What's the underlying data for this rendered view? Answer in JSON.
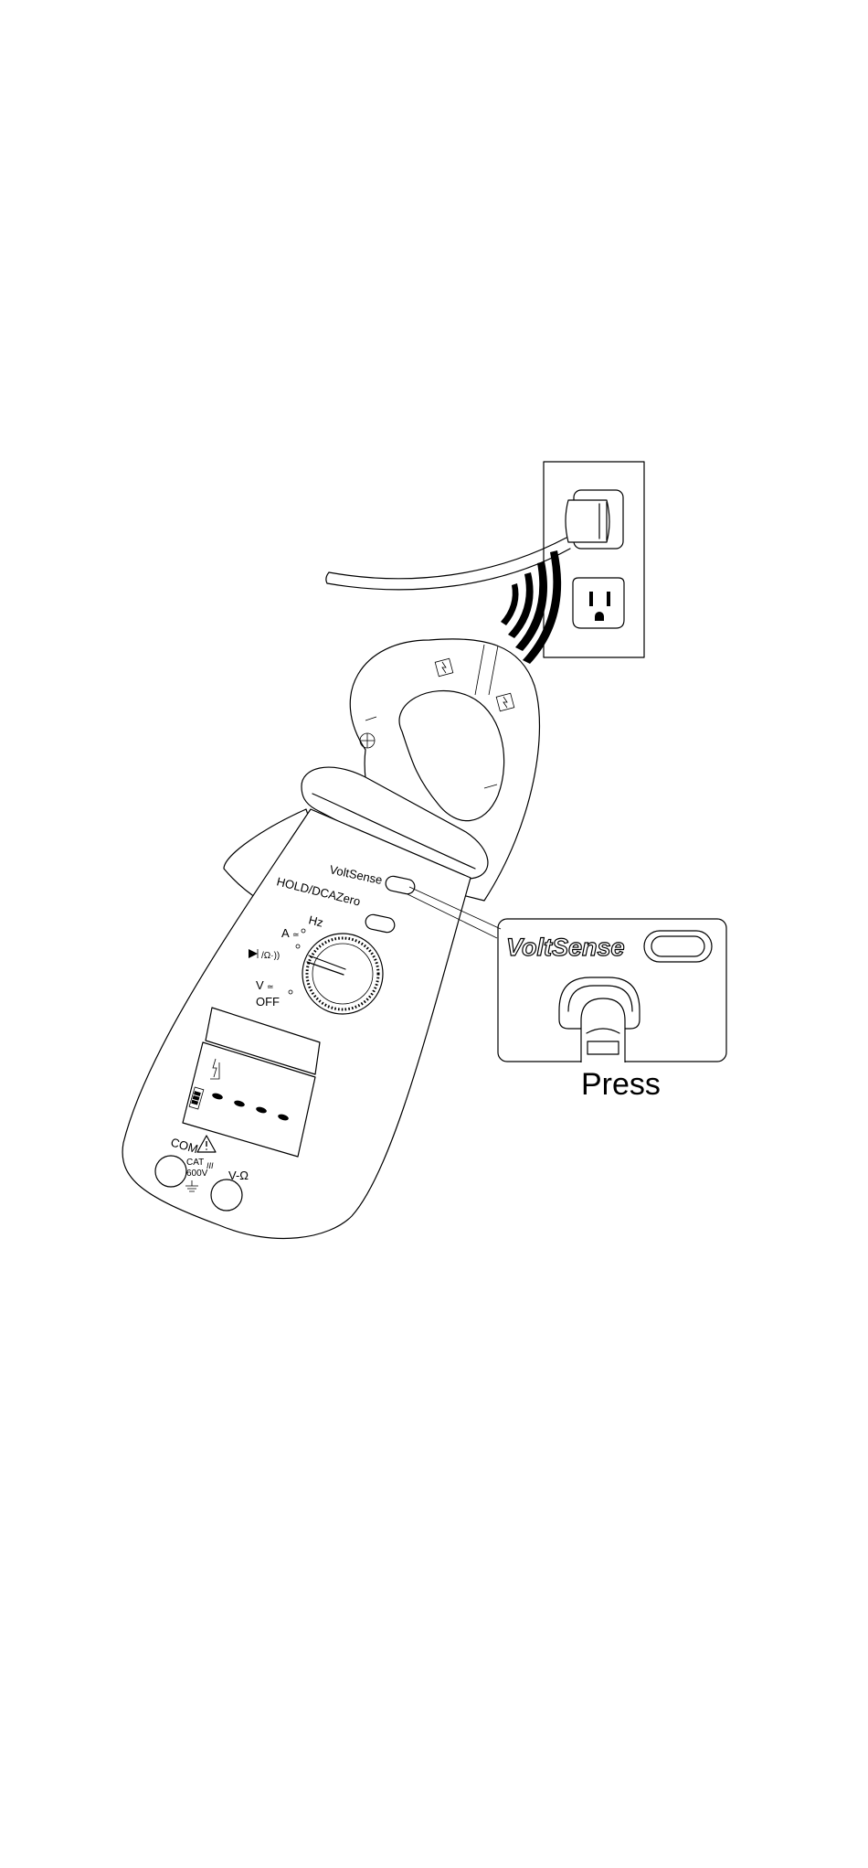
{
  "meter": {
    "voltsense_label": "VoltSense",
    "hold_label": "HOLD/DCAZero",
    "hz_label": "Hz",
    "amp_label": "A",
    "volt_label": "V",
    "off_label": "OFF",
    "com_label": "COM",
    "cat_label": "CAT",
    "cat_level": "III",
    "rating_label": "600V",
    "vohm_label": "V-Ω"
  },
  "callout": {
    "title": "VoltSense",
    "caption": "Press"
  },
  "icons": {
    "signal": "voltsense-signal-icon",
    "warning": "warning-triangle-icon",
    "ground": "ground-icon",
    "battery": "battery-icon",
    "diode": "diode-icon"
  }
}
